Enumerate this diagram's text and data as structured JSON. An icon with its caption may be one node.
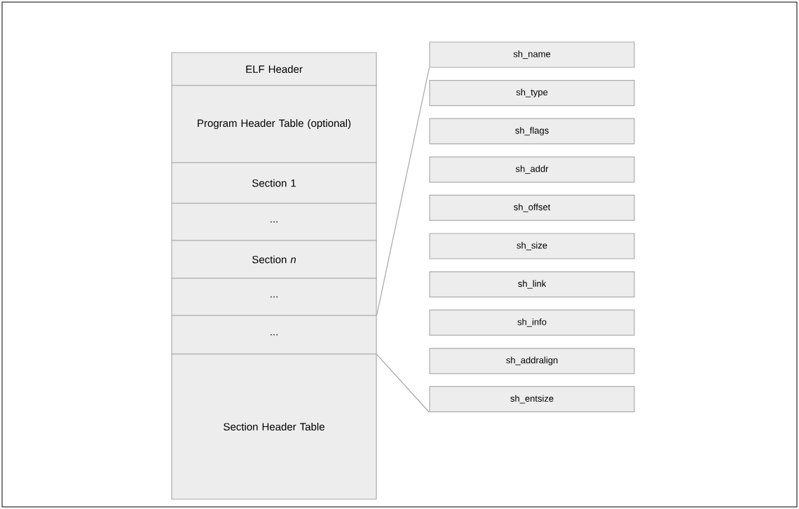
{
  "diagram": {
    "nodes": [
      {
        "text": [
          "ELF Header"
        ]
      },
      {
        "text": [
          "Program Header Table (optional)"
        ]
      },
      {
        "text": [
          "Section 1"
        ]
      },
      {
        "text": [
          "..."
        ]
      },
      {
        "text": [
          "Section *n*"
        ]
      },
      {
        "text": [
          "..."
        ]
      },
      {
        "text": [
          "..."
        ]
      },
      {
        "text": [
          "Section Header Table"
        ]
      },
      {
        "text": [
          "sh_name"
        ]
      },
      {
        "text": [
          "sh_type"
        ]
      },
      {
        "text": [
          "sh_flags"
        ]
      },
      {
        "text": [
          "sh_addr"
        ]
      },
      {
        "text": [
          "sh_offset"
        ]
      },
      {
        "text": [
          "sh_size"
        ]
      },
      {
        "text": [
          "sh_link"
        ]
      },
      {
        "text": [
          "sh_info"
        ]
      },
      {
        "text": [
          "sh_addralign"
        ]
      },
      {
        "text": [
          "sh_entsize"
        ]
      }
    ],
    "edges": [
      {
        "from": 6,
        "to": 8,
        "arrow": "none"
      },
      {
        "from": 6,
        "to": 17,
        "arrow": "none"
      }
    ]
  }
}
